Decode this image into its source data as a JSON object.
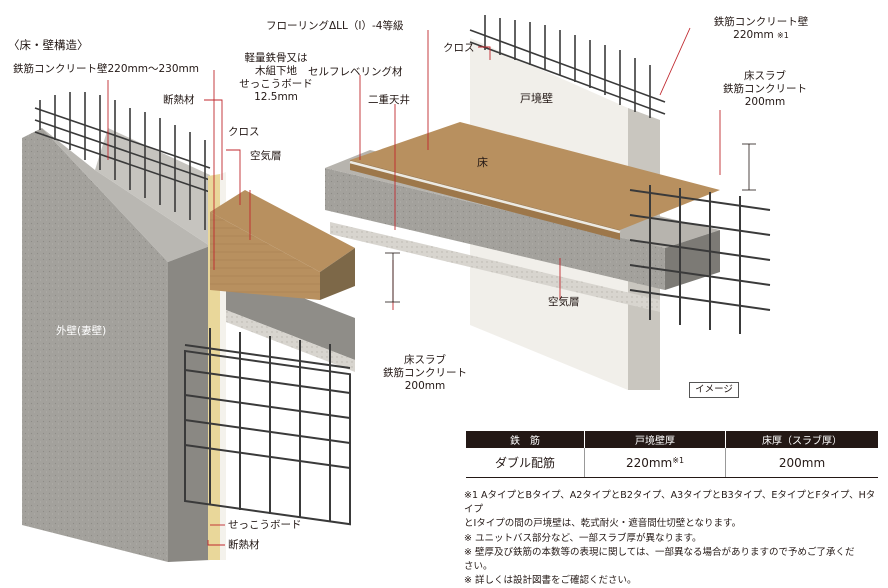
{
  "section_title": "〈床・壁構造〉",
  "labels": {
    "rebar_wall_left": "鉄筋コンクリート壁220mm〜230mm",
    "insulation_top": "断熱材",
    "light_steel_l1": "軽量鉄骨又は",
    "light_steel_l2": "木組下地",
    "light_steel_l3": "せっこうボード",
    "light_steel_l4": "12.5mm",
    "cloth_left": "クロス",
    "air_layer_left": "空気層",
    "self_leveling": "セルフレベリング材",
    "flooring": "フローリングΔLL（I）-4等級",
    "cloth_right": "クロス",
    "double_ceiling": "二重天井",
    "boundary_wall": "戸境壁",
    "floor": "床",
    "rebar_wall_right_l1": "鉄筋コンクリート壁",
    "rebar_wall_right_l2": "220mm",
    "rebar_wall_right_mark": "※1",
    "floor_slab_right_l1": "床スラブ",
    "floor_slab_right_l2": "鉄筋コンクリート",
    "floor_slab_right_l3": "200mm",
    "outer_wall": "外壁(妻壁)",
    "air_layer_right": "空気層",
    "floor_slab_center_l1": "床スラブ",
    "floor_slab_center_l2": "鉄筋コンクリート",
    "floor_slab_center_l3": "200mm",
    "gypsum_bottom": "せっこうボード",
    "insulation_bottom": "断熱材",
    "image_badge": "イメージ"
  },
  "table": {
    "headers": [
      "鉄　筋",
      "戸境壁厚",
      "床厚（スラブ厚）"
    ],
    "row": [
      "ダブル配筋",
      "220mm",
      "200mm"
    ],
    "row_mark": "※1"
  },
  "notes": [
    "※1  AタイプとBタイプ、A2タイプとB2タイプ、A3タイプとB3タイプ、EタイプとFタイプ、Hタイプ",
    "とIタイプの間の戸境壁は、乾式耐火・遮音間仕切壁となります。",
    "※ ユニットバス部分など、一部スラブ厚が異なります。",
    "※ 壁厚及び鉄筋の本数等の表現に関しては、一部異なる場合がありますので予めご了承くだ",
    "さい。",
    "※ 詳しくは設計図書をご確認ください。"
  ],
  "colors": {
    "concrete": "#9e9c98",
    "concrete_dark": "#6f6d69",
    "wood": "#b58a5c",
    "wall_white": "#f1efea",
    "rebar": "#3c3c3c",
    "leader": "#c0272d",
    "insulation": "#e9d79a"
  }
}
